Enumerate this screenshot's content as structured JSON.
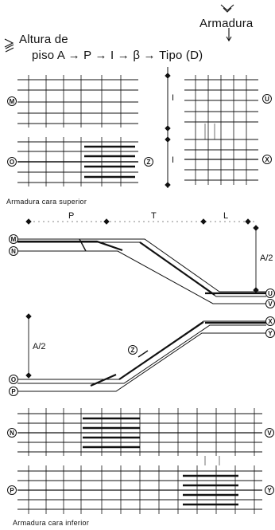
{
  "header": {
    "armadura_label": "Armadura",
    "altura_line1": "Altura de",
    "altura_line2": "piso A → P → I → β → Tipo (D)"
  },
  "captions": {
    "upper": "Armadura cara superior",
    "lower": "Armadura cara inferior"
  },
  "segments": {
    "p": "P",
    "t": "T",
    "l": "L"
  },
  "dims": {
    "half_upper": "A/2",
    "half_lower": "A/2",
    "plan_i1": "I",
    "plan_i2": "I"
  },
  "markers": {
    "m1": "M",
    "o1": "O",
    "z1": "Z",
    "u1": "U",
    "x1": "X",
    "m2": "M",
    "n2": "N",
    "u2": "U",
    "v2": "V",
    "x3": "X",
    "y3": "Y",
    "z3": "Z",
    "o3": "O",
    "p3": "P",
    "n4": "N",
    "v4": "V",
    "p4": "P",
    "y4": "Y"
  }
}
